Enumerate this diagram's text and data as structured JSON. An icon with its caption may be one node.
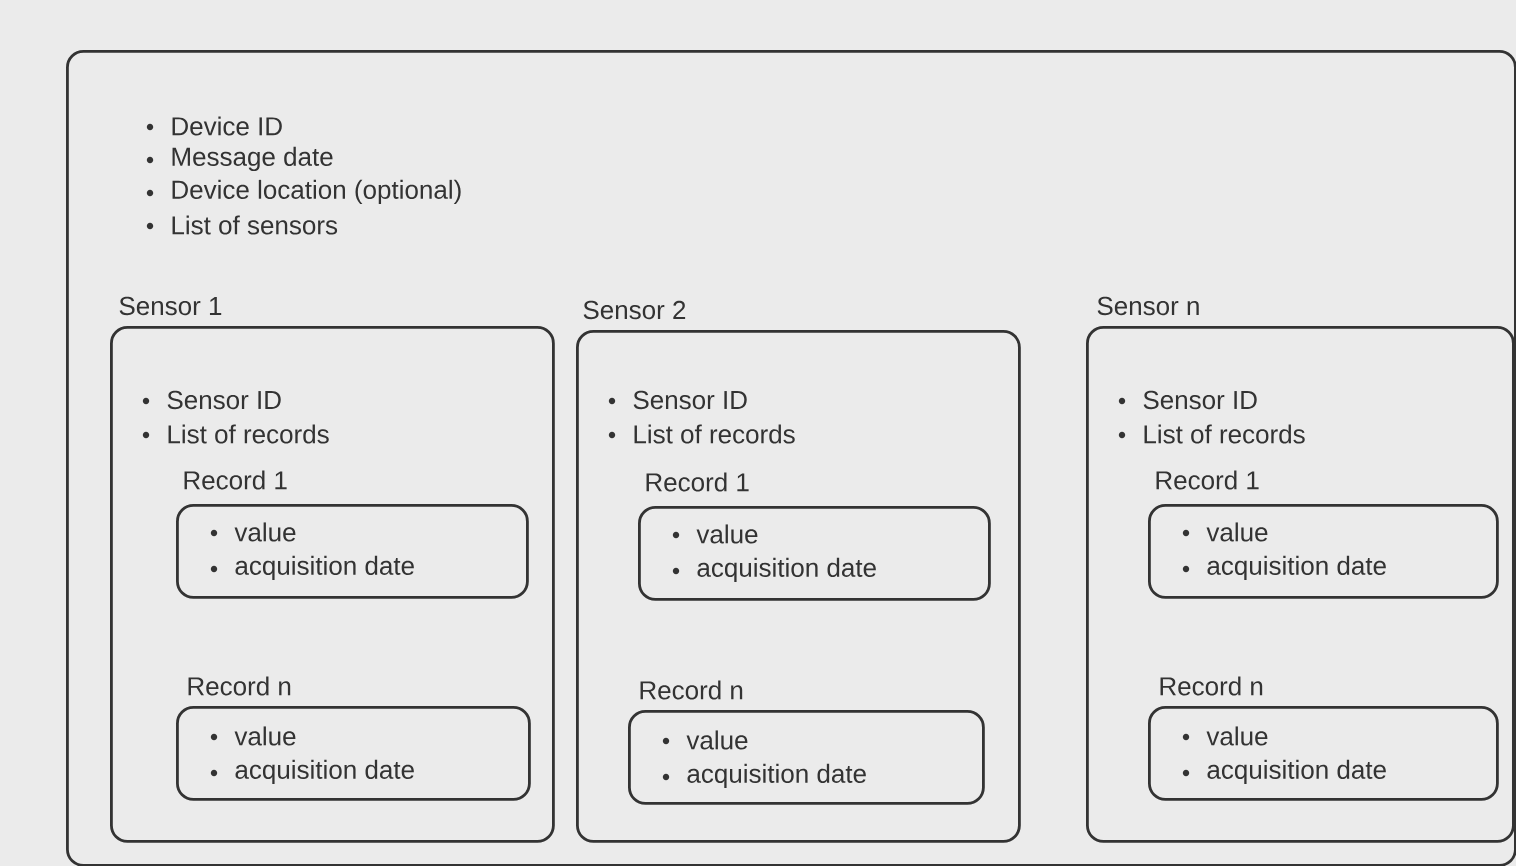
{
  "diagram": {
    "nodes": [
      {
        "text": [
          "Device ID",
          "Message date",
          "Device location (optional)",
          "List of sensors"
        ]
      },
      {
        "text": [
          "Sensor 1",
          "Sensor ID",
          "List of records"
        ],
        "in": 0
      },
      {
        "text": [
          "Record 1",
          "value",
          "acquisition date"
        ],
        "in": 1
      },
      {
        "text": [
          "Record n",
          "value",
          "acquisition date"
        ],
        "in": 1
      },
      {
        "text": [
          "Sensor 2",
          "Sensor ID",
          "List of records"
        ],
        "in": 0
      },
      {
        "text": [
          "Record 1",
          "value",
          "acquisition date"
        ],
        "in": 4
      },
      {
        "text": [
          "Record n",
          "value",
          "acquisition date"
        ],
        "in": 4
      },
      {
        "text": [
          "Sensor n",
          "Sensor ID",
          "List of records"
        ],
        "in": 0
      },
      {
        "text": [
          "Record 1",
          "value",
          "acquisition date"
        ],
        "in": 7
      },
      {
        "text": [
          "Record n",
          "value",
          "acquisition date"
        ],
        "in": 7
      }
    ]
  }
}
